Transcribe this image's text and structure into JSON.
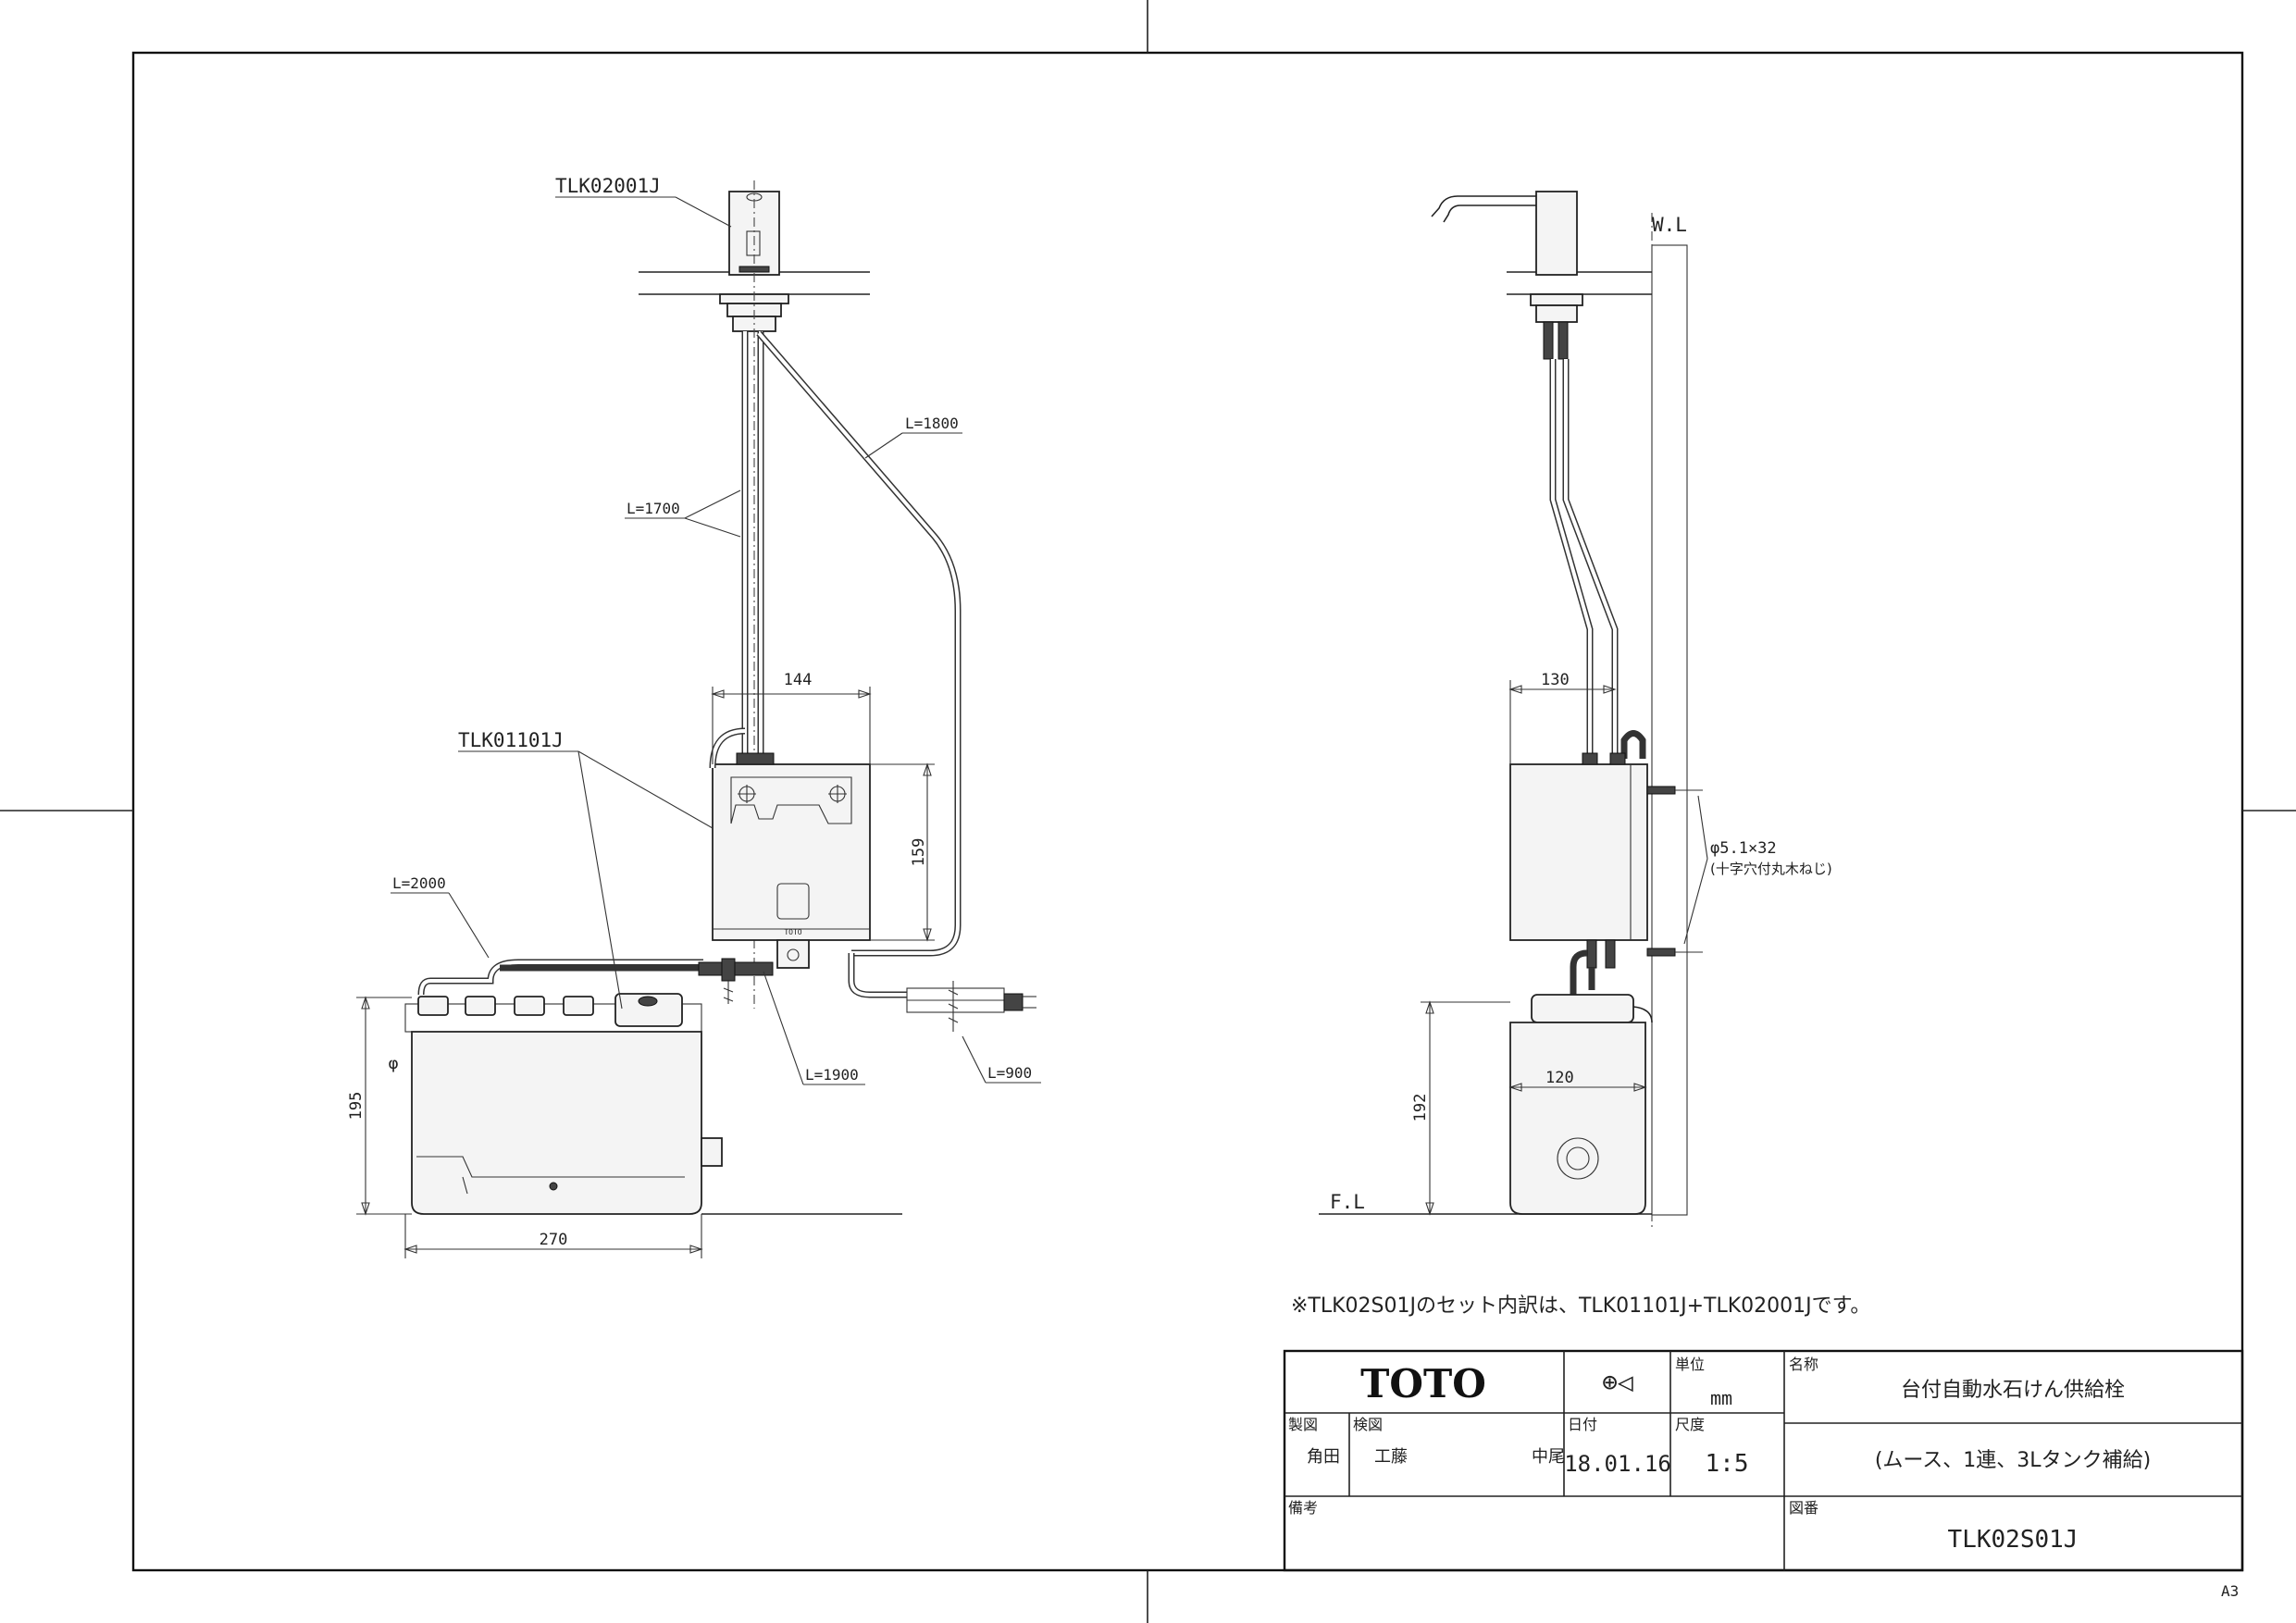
{
  "parts": {
    "faucet_model": "TLK02001J",
    "controller_model": "TLK01101J"
  },
  "dimensions": {
    "front_cable_1700": "L=1700",
    "front_cable_1800": "L=1800",
    "front_cable_2000": "L=2000",
    "front_cable_1900": "L=1900",
    "front_cable_900": "L=900",
    "front_controller_width": "144",
    "front_controller_height": "159",
    "front_tank_height": "195",
    "front_tank_width": "270",
    "side_controller_depth": "130",
    "side_tank_depth": "120",
    "side_tank_height": "192",
    "screw_spec": "φ5.1×32",
    "screw_note": "(十字穴付丸木ねじ)",
    "wall_line": "W.L",
    "floor_line": "F.L"
  },
  "tank_mark": "φ",
  "controller_logo": "TOTO",
  "note": "※TLK02S01Jのセット内訳は、TLK01101J+TLK02001Jです。",
  "title_block": {
    "logo": "TOTO",
    "projection_symbol": "⊕◁",
    "unit_label": "単位",
    "unit_value": "mm",
    "name_label": "名称",
    "name_line1": "台付自動水石けん供給栓",
    "name_line2": "(ムース、1連、3Lタンク補給)",
    "drawn_label": "製図",
    "drawn_by": "角田",
    "checked_label": "検図",
    "checked_by": "工藤",
    "approved_by": "中尾",
    "date_label": "日付",
    "date_value": "18.01.16",
    "scale_label": "尺度",
    "scale_value": "1:5",
    "remarks_label": "備考",
    "drawing_no_label": "図番",
    "drawing_no": "TLK02S01J"
  },
  "sheet_size": "A3"
}
